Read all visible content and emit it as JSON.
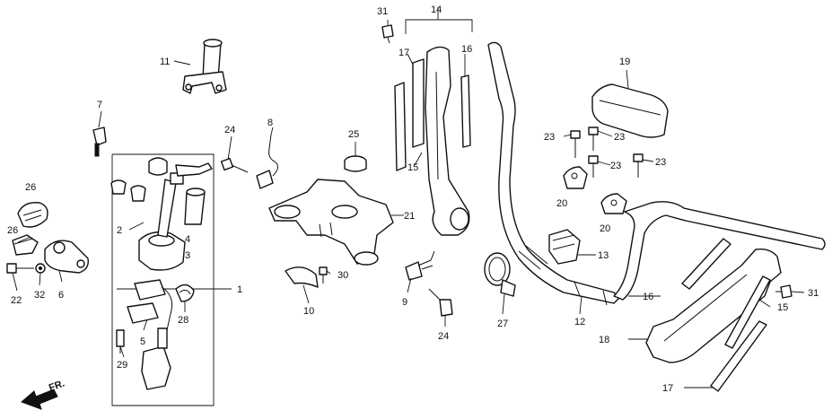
{
  "diagram": {
    "type": "exploded-parts-view",
    "callouts": [
      {
        "id": "c1",
        "text": "1"
      },
      {
        "id": "c2",
        "text": "2"
      },
      {
        "id": "c3",
        "text": "3"
      },
      {
        "id": "c4",
        "text": "4"
      },
      {
        "id": "c5",
        "text": "5"
      },
      {
        "id": "c6",
        "text": "6"
      },
      {
        "id": "c7",
        "text": "7"
      },
      {
        "id": "c8",
        "text": "8"
      },
      {
        "id": "c9",
        "text": "9"
      },
      {
        "id": "c10",
        "text": "10"
      },
      {
        "id": "c11",
        "text": "11"
      },
      {
        "id": "c12",
        "text": "12"
      },
      {
        "id": "c13",
        "text": "13"
      },
      {
        "id": "c14",
        "text": "14"
      },
      {
        "id": "c15a",
        "text": "15"
      },
      {
        "id": "c15b",
        "text": "15"
      },
      {
        "id": "c16a",
        "text": "16"
      },
      {
        "id": "c16b",
        "text": "16"
      },
      {
        "id": "c17a",
        "text": "17"
      },
      {
        "id": "c17b",
        "text": "17"
      },
      {
        "id": "c18",
        "text": "18"
      },
      {
        "id": "c19",
        "text": "19"
      },
      {
        "id": "c20a",
        "text": "20"
      },
      {
        "id": "c20b",
        "text": "20"
      },
      {
        "id": "c21",
        "text": "21"
      },
      {
        "id": "c22",
        "text": "22"
      },
      {
        "id": "c23a",
        "text": "23"
      },
      {
        "id": "c23b",
        "text": "23"
      },
      {
        "id": "c23c",
        "text": "23"
      },
      {
        "id": "c23d",
        "text": "23"
      },
      {
        "id": "c24a",
        "text": "24"
      },
      {
        "id": "c24b",
        "text": "24"
      },
      {
        "id": "c25",
        "text": "25"
      },
      {
        "id": "c26a",
        "text": "26"
      },
      {
        "id": "c26b",
        "text": "26"
      },
      {
        "id": "c27",
        "text": "27"
      },
      {
        "id": "c28",
        "text": "28"
      },
      {
        "id": "c29",
        "text": "29"
      },
      {
        "id": "c30",
        "text": "30"
      },
      {
        "id": "c31a",
        "text": "31"
      },
      {
        "id": "c31b",
        "text": "31"
      },
      {
        "id": "c32",
        "text": "32"
      }
    ],
    "direction_marker": {
      "text": "FR."
    }
  }
}
